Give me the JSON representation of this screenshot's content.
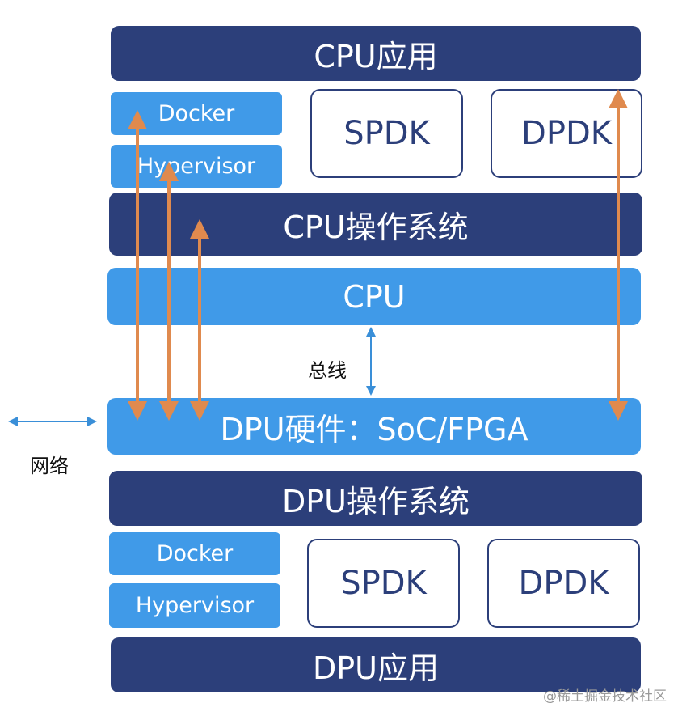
{
  "top": {
    "cpu_app": "CPU应用",
    "docker": "Docker",
    "hypervisor": "Hypervisor",
    "spdk": "SPDK",
    "dpdk": "DPDK",
    "cpu_os": "CPU操作系统",
    "cpu": "CPU"
  },
  "bus_label": "总线",
  "network_label": "网络",
  "bottom": {
    "dpu_hw": "DPU硬件：SoC/FPGA",
    "dpu_os": "DPU操作系统",
    "docker": "Docker",
    "hypervisor": "Hypervisor",
    "spdk": "SPDK",
    "dpdk": "DPDK",
    "dpu_app": "DPU应用"
  },
  "watermark": "@稀土掘金技术社区",
  "colors": {
    "dark_block": "#2c3f7a",
    "light_block": "#409ae8",
    "orange_arrow": "#e08a4e",
    "blue_arrow": "#3a8fd8"
  }
}
